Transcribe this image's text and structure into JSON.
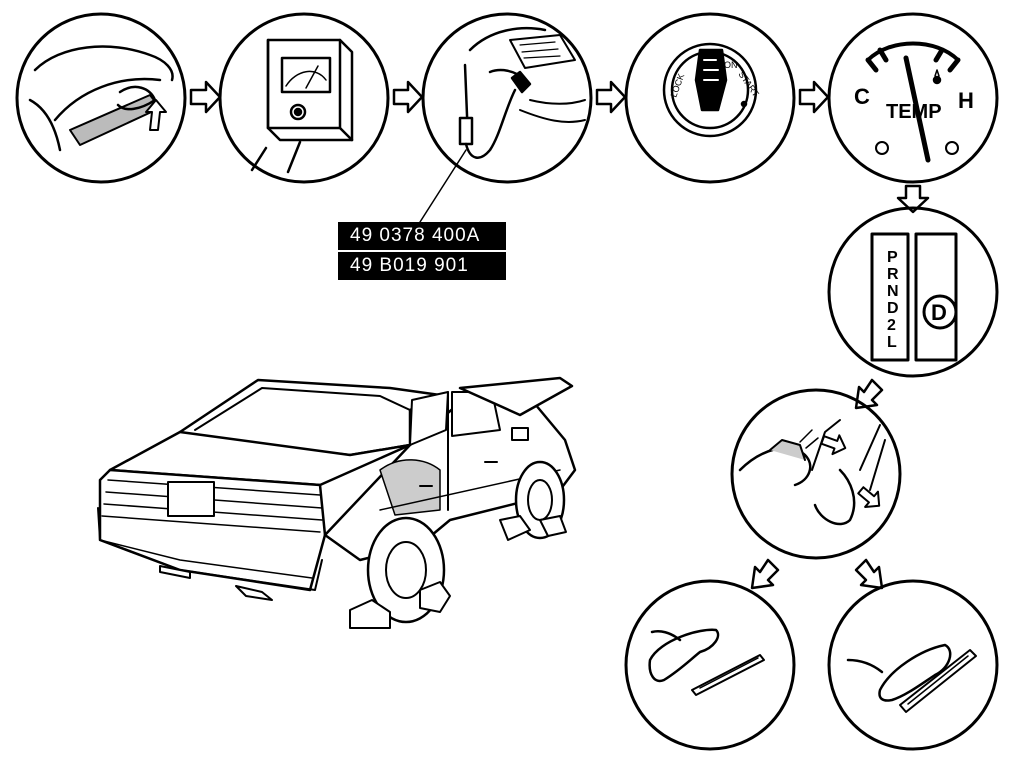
{
  "part_numbers": [
    "49 0378 400A",
    "49 B019 901"
  ],
  "temp_gauge": {
    "cold_label": "C",
    "hot_label": "H",
    "label": "TEMP"
  },
  "ignition": {
    "text_left": "LOCK",
    "text_top": "ON",
    "text_right": "START"
  },
  "shifter": {
    "positions": [
      "P",
      "R",
      "N",
      "D",
      "2",
      "L"
    ],
    "indicator": "D"
  }
}
